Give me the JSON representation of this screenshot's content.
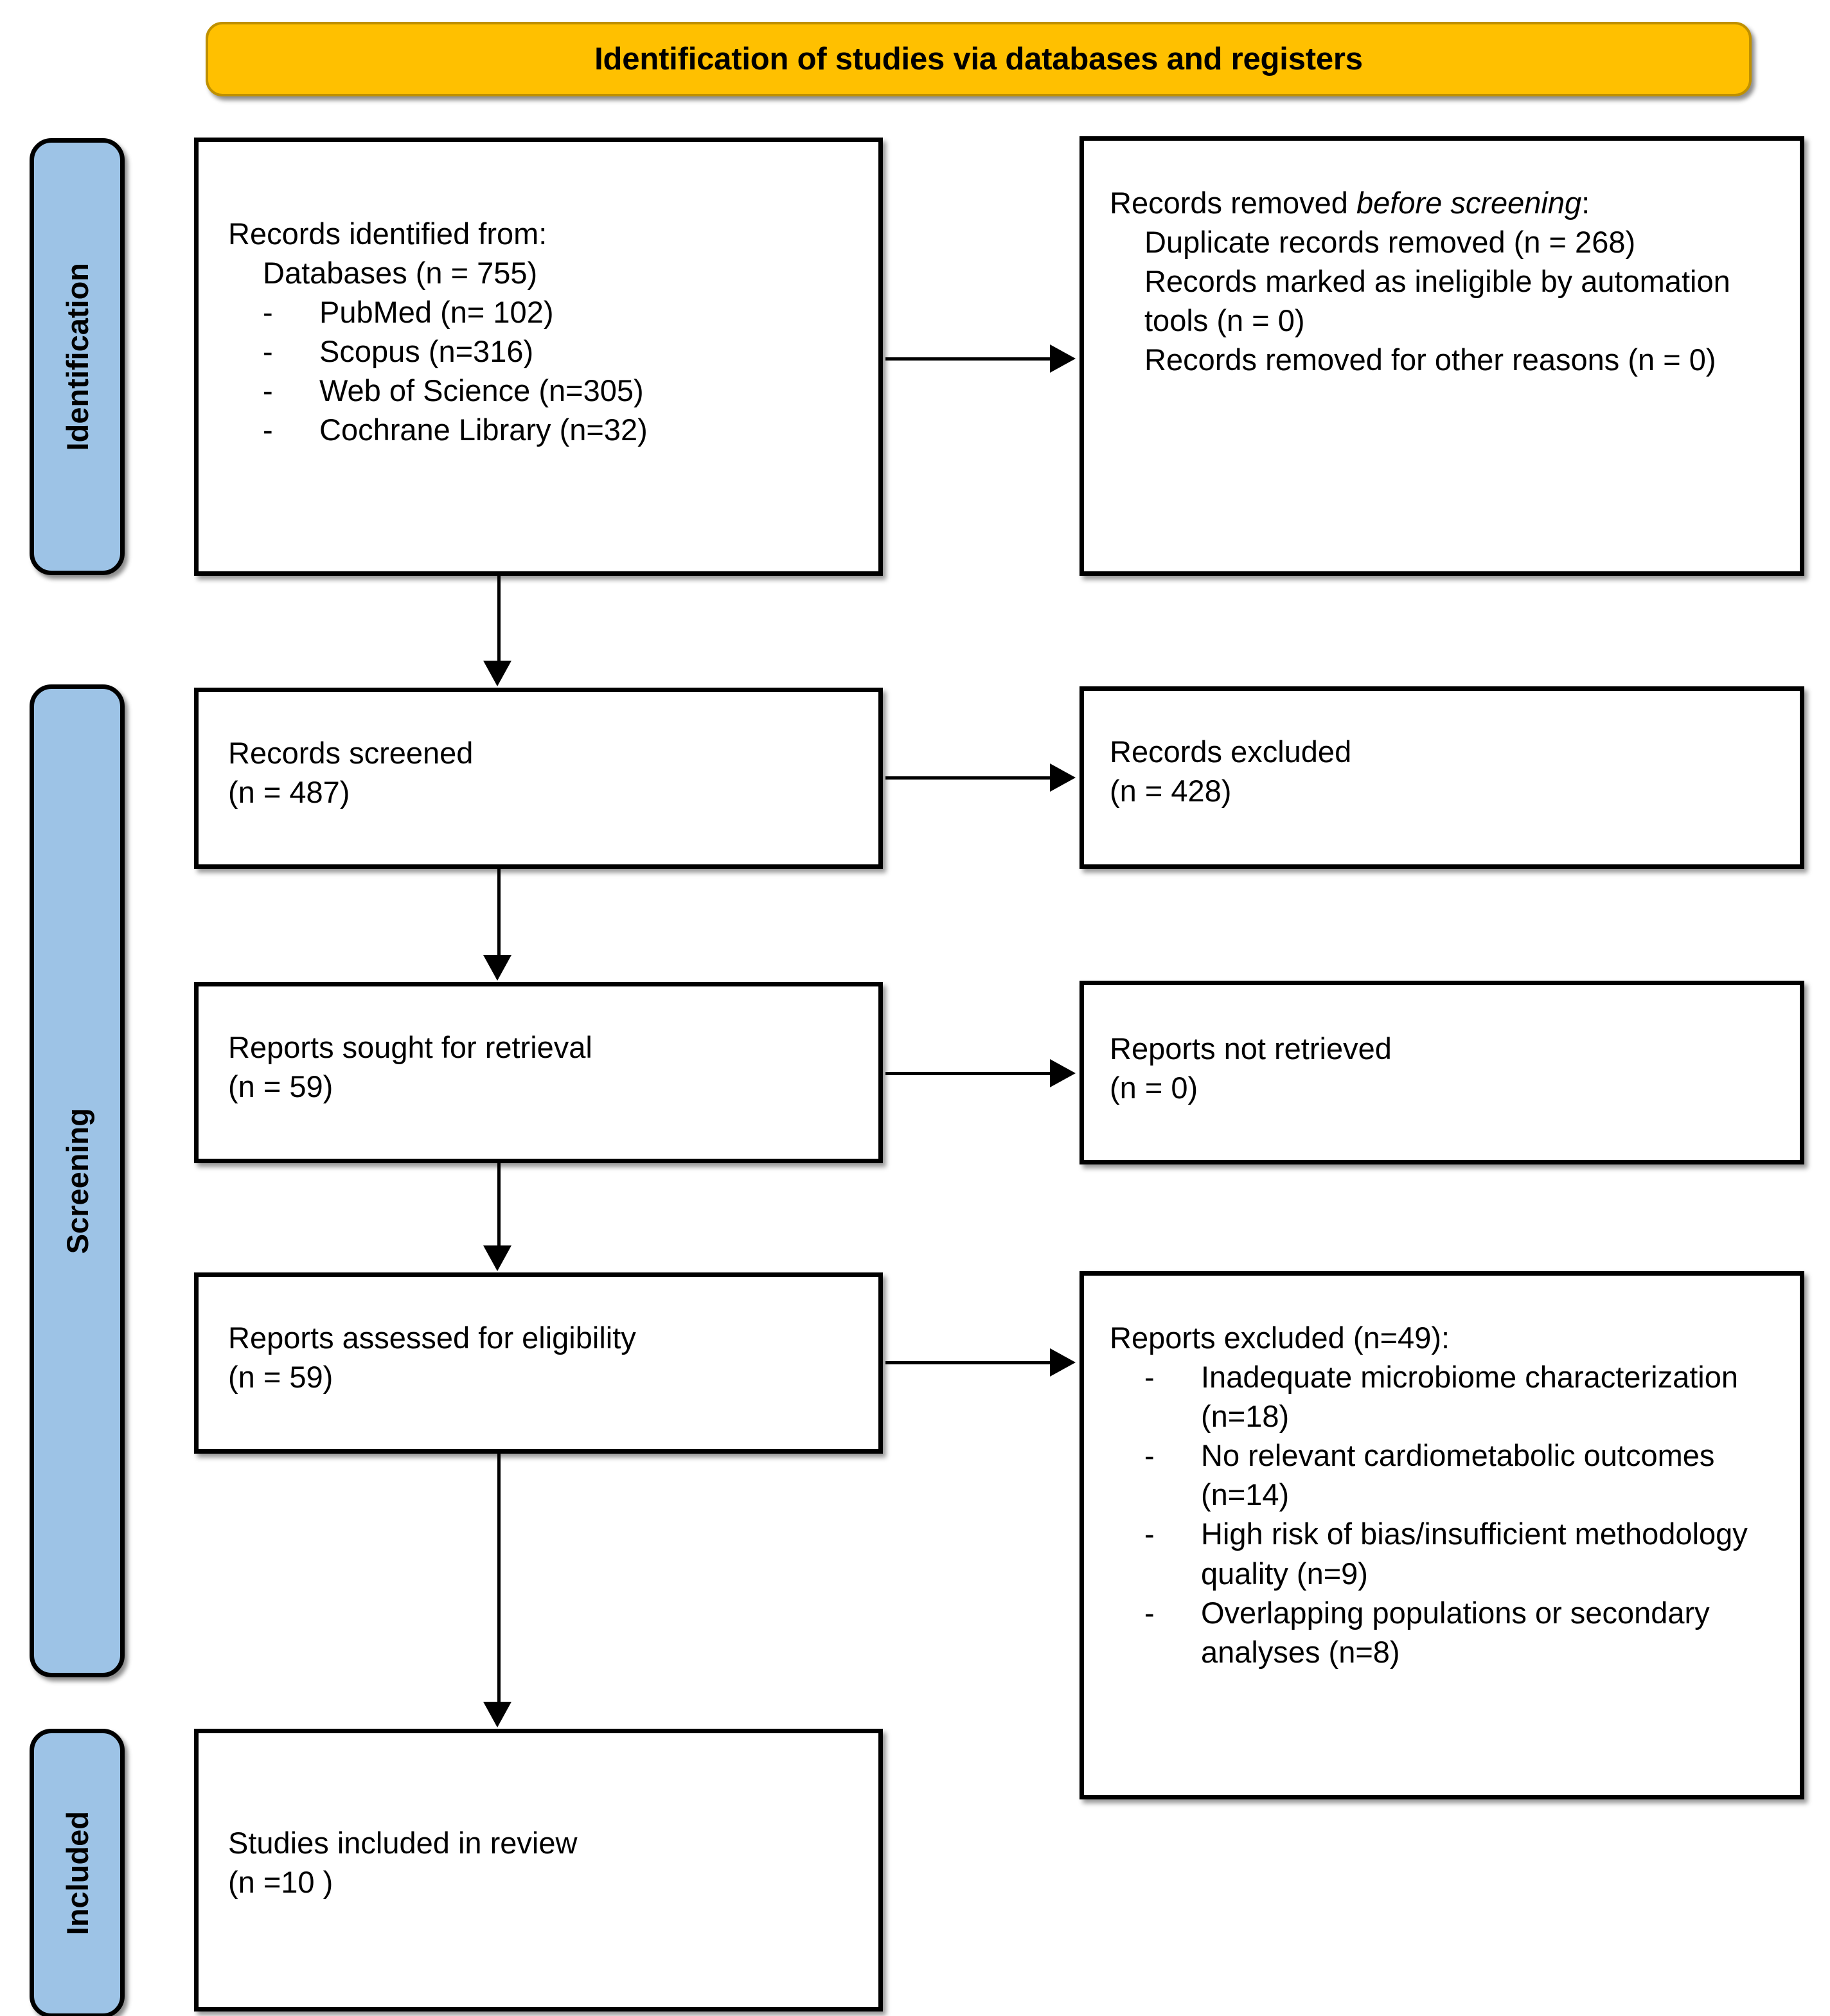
{
  "banner": {
    "title": "Identification of studies via databases and registers",
    "background_color": "#FFC000",
    "border_color": "#BF9000"
  },
  "stages": [
    {
      "id": "identification",
      "label": "Identification",
      "color": "#9DC3E6"
    },
    {
      "id": "screening",
      "label": "Screening",
      "color": "#9DC3E6"
    },
    {
      "id": "included",
      "label": "Included",
      "color": "#9DC3E6"
    }
  ],
  "boxes": {
    "identified": {
      "heading": "Records identified from:",
      "subheading": "Databases (n = 755)",
      "bullet_marker": "-",
      "items": [
        "PubMed (n= 102)",
        "Scopus (n=316)",
        "Web of Science (n=305)",
        "Cochrane Library (n=32)"
      ]
    },
    "removed": {
      "heading_part1": "Records removed ",
      "heading_italic": "before screening",
      "heading_part2": ":",
      "lines": [
        "Duplicate records removed (n = 268)",
        "Records marked as ineligible by automation tools (n = 0)",
        "Records removed for other reasons (n = 0)"
      ]
    },
    "screened": {
      "label": "Records screened",
      "count": "(n = 487)"
    },
    "excluded": {
      "label": "Records excluded",
      "count": "(n = 428)"
    },
    "sought": {
      "label": "Reports sought for retrieval",
      "count": "(n = 59)"
    },
    "not_retrieved": {
      "label": "Reports not retrieved",
      "count": "(n = 0)"
    },
    "assessed": {
      "label": "Reports assessed for eligibility",
      "count": "(n = 59)"
    },
    "reports_excluded": {
      "heading": "Reports excluded (n=49):",
      "bullet_marker": "-",
      "items": [
        "Inadequate microbiome characterization (n=18)",
        "No relevant cardiometabolic outcomes (n=14)",
        "High risk of bias/insufficient methodology quality (n=9)",
        "Overlapping populations or secondary analyses (n=8)"
      ]
    },
    "included": {
      "label": "Studies included in review",
      "count": "(n =10 )"
    }
  },
  "chart_data": {
    "type": "diagram",
    "title": "Identification of studies via databases and registers",
    "nodes": [
      {
        "id": "identified",
        "stage": "Identification",
        "n": 755
      },
      {
        "id": "removed",
        "stage": "Identification",
        "n": 268
      },
      {
        "id": "screened",
        "stage": "Screening",
        "n": 487
      },
      {
        "id": "excluded",
        "stage": "Screening",
        "n": 428
      },
      {
        "id": "sought",
        "stage": "Screening",
        "n": 59
      },
      {
        "id": "not_retrieved",
        "stage": "Screening",
        "n": 0
      },
      {
        "id": "assessed",
        "stage": "Screening",
        "n": 59
      },
      {
        "id": "reports_excluded",
        "stage": "Screening",
        "n": 49
      },
      {
        "id": "included",
        "stage": "Included",
        "n": 10
      }
    ],
    "database_counts": {
      "PubMed": 102,
      "Scopus": 316,
      "Web of Science": 305,
      "Cochrane Library": 32
    },
    "exclusion_reasons": {
      "Inadequate microbiome characterization": 18,
      "No relevant cardiometabolic outcomes": 14,
      "High risk of bias/insufficient methodology quality": 9,
      "Overlapping populations or secondary analyses": 8
    }
  }
}
